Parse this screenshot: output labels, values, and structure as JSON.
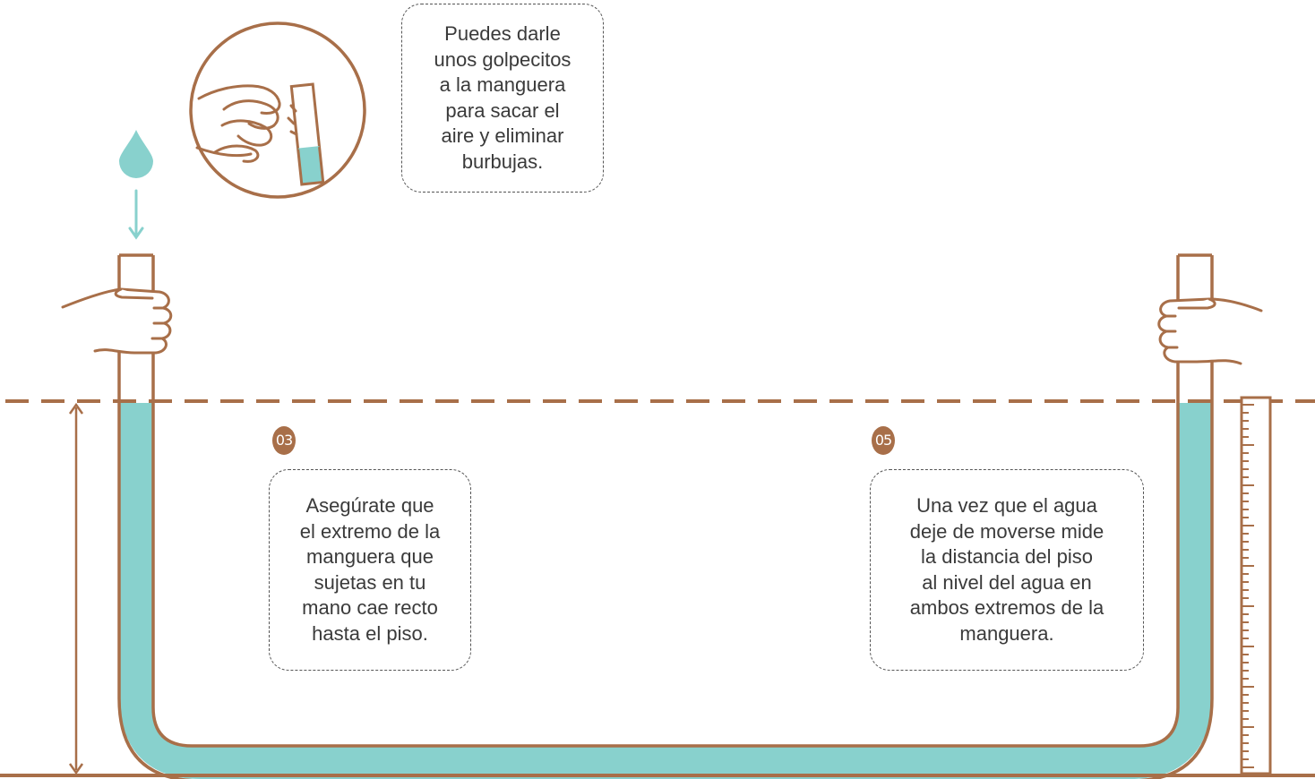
{
  "colors": {
    "brown": "#A86F49",
    "water": "#88D1CD",
    "dashed_border": "#555555",
    "text": "#3a3a3a"
  },
  "callout_tip": {
    "text": "Puedes darle\nunos golpecitos\na la manguera\npara sacar el\naire y eliminar\nburbujas."
  },
  "step_03": {
    "number": "03",
    "text": "Asegúrate que\nel extremo de la\nmanguera que\nsujetas en tu\nmano cae recto\nhasta el piso."
  },
  "step_05": {
    "number": "05",
    "text": "Una vez que el agua\ndeje de moverse mide\nla distancia del piso\nal nivel del agua en\nambos extremos de la\nmanguera."
  },
  "icons": [
    "water-drop-icon",
    "down-arrow-icon",
    "tapping-hand-icon",
    "left-hand-icon",
    "right-hand-icon",
    "ruler-icon",
    "height-arrow-icon"
  ]
}
